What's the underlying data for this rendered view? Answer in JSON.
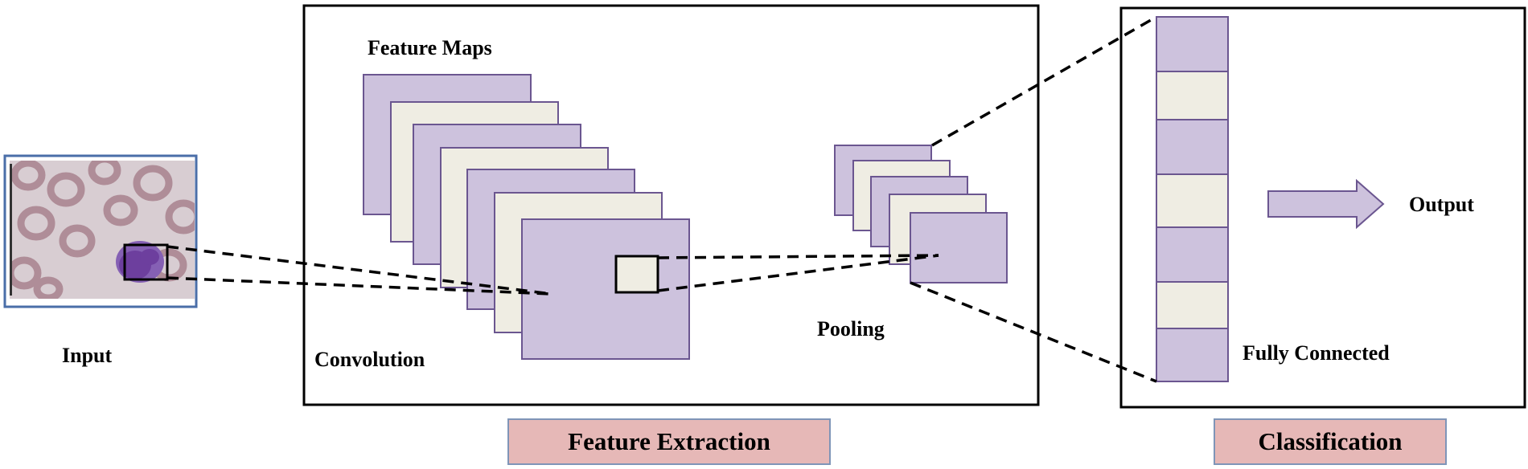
{
  "labels": {
    "input": "Input",
    "convolution": "Convolution",
    "feature_maps": "Feature Maps",
    "pooling": "Pooling",
    "fully_connected": "Fully Connected",
    "output": "Output",
    "feature_extraction": "Feature Extraction",
    "classification": "Classification"
  },
  "colors": {
    "purple_fill": "#cdc2dd",
    "cream_fill": "#efede3",
    "layer_border": "#6b5690",
    "caption_fill": "#e6b8b7",
    "caption_border": "#7f95b8",
    "input_border": "#4a6ea8",
    "cell_background": "#d8cdd2",
    "cell_ring": "#a9838e",
    "wbc_nucleus": "#6d3f9e"
  }
}
